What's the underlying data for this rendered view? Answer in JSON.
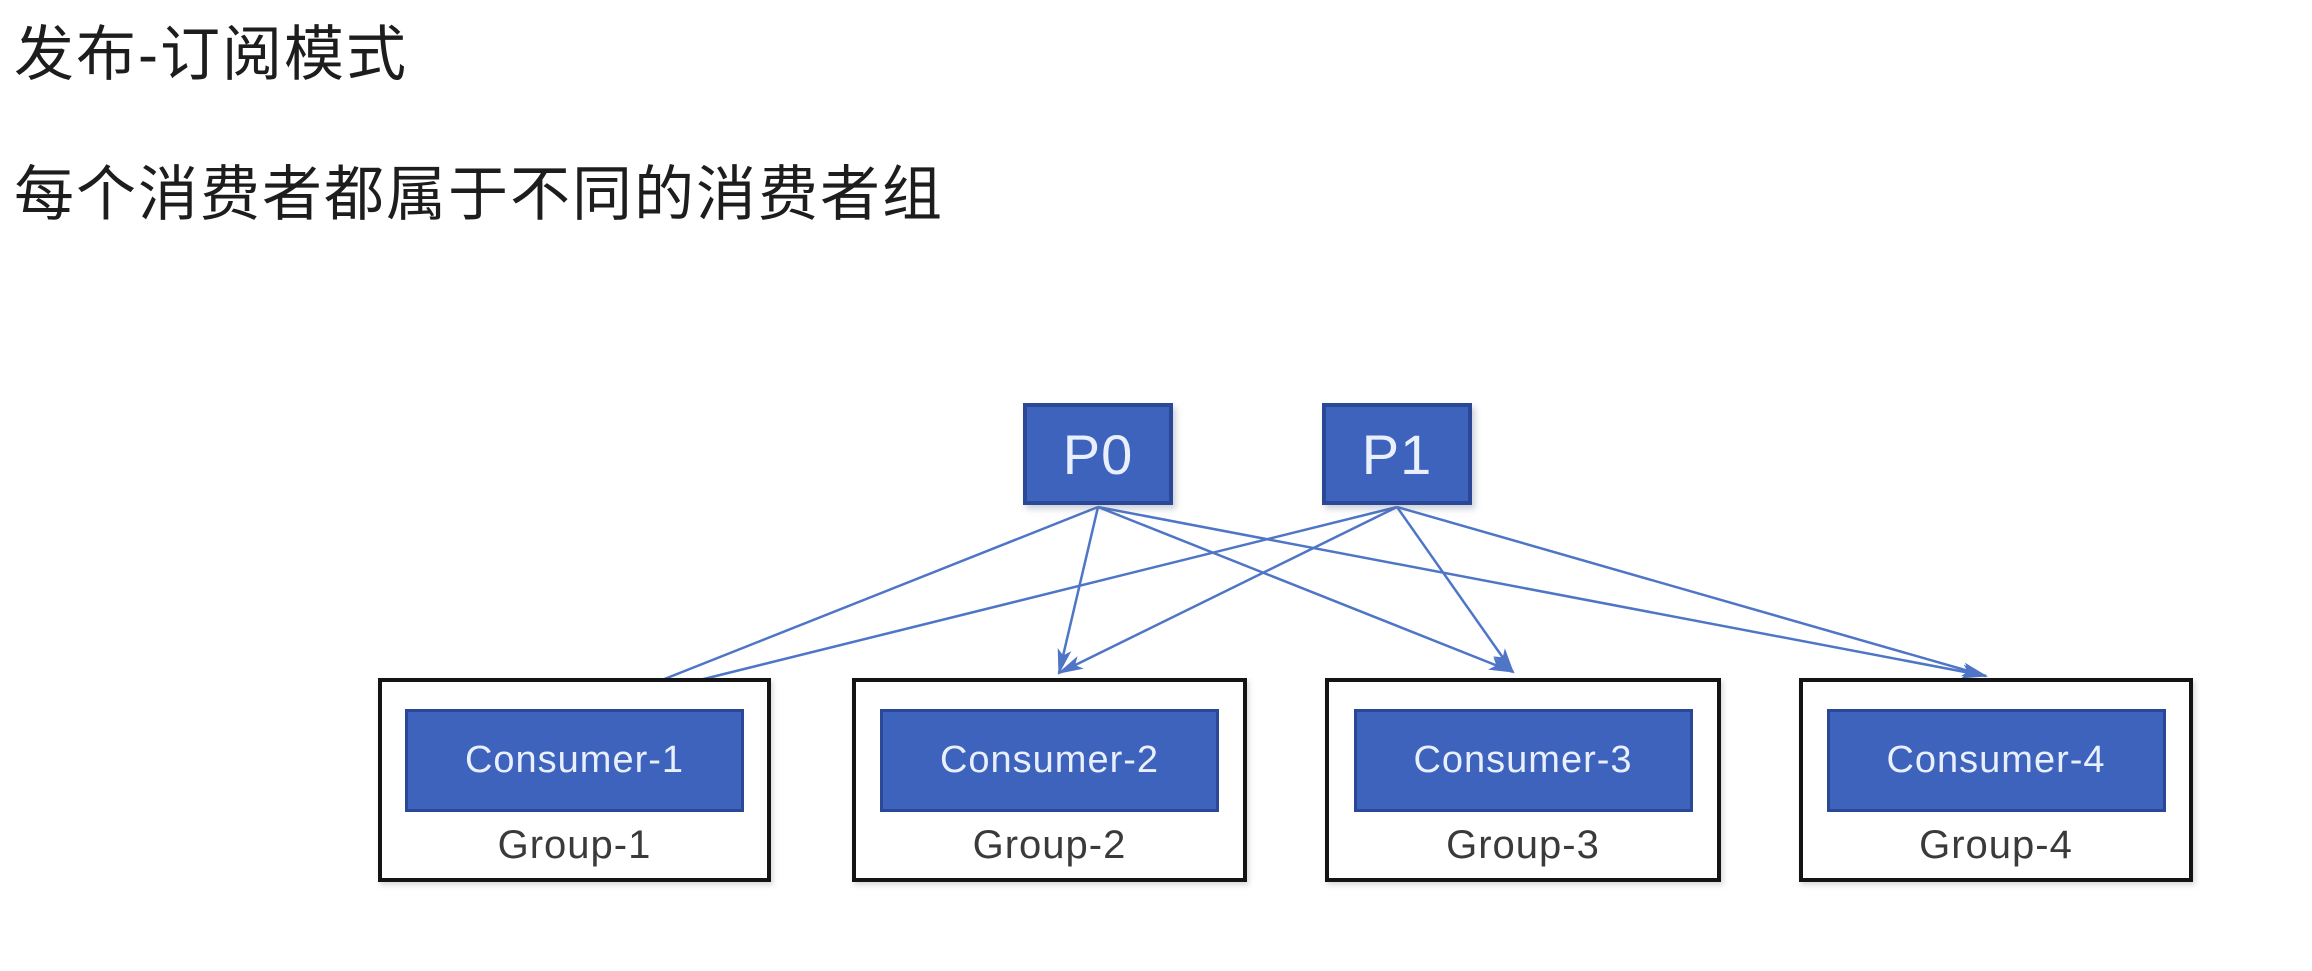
{
  "title": "发布-订阅模式",
  "subtitle": "每个消费者都属于不同的消费者组",
  "diagram": {
    "partitions": [
      {
        "id": "P0",
        "label": "P0"
      },
      {
        "id": "P1",
        "label": "P1"
      }
    ],
    "groups": [
      {
        "consumer_label": "Consumer-1",
        "group_label": "Group-1"
      },
      {
        "consumer_label": "Consumer-2",
        "group_label": "Group-2"
      },
      {
        "consumer_label": "Consumer-3",
        "group_label": "Group-3"
      },
      {
        "consumer_label": "Consumer-4",
        "group_label": "Group-4"
      }
    ],
    "edges": [
      {
        "from": "P0",
        "to": "Consumer-1"
      },
      {
        "from": "P0",
        "to": "Consumer-2"
      },
      {
        "from": "P0",
        "to": "Consumer-3"
      },
      {
        "from": "P0",
        "to": "Consumer-4"
      },
      {
        "from": "P1",
        "to": "Consumer-1"
      },
      {
        "from": "P1",
        "to": "Consumer-2"
      },
      {
        "from": "P1",
        "to": "Consumer-3"
      },
      {
        "from": "P1",
        "to": "Consumer-4"
      }
    ],
    "colors": {
      "background": "#ffffff",
      "heading_text": "#1d1d1d",
      "node_fill": "#3d63bd",
      "node_border": "#2a4896",
      "group_fill": "#ffffff",
      "group_border": "#141414",
      "arrow": "#4e75c6",
      "consumer_text": "#e9effc",
      "group_text": "#3a3a3a"
    }
  }
}
